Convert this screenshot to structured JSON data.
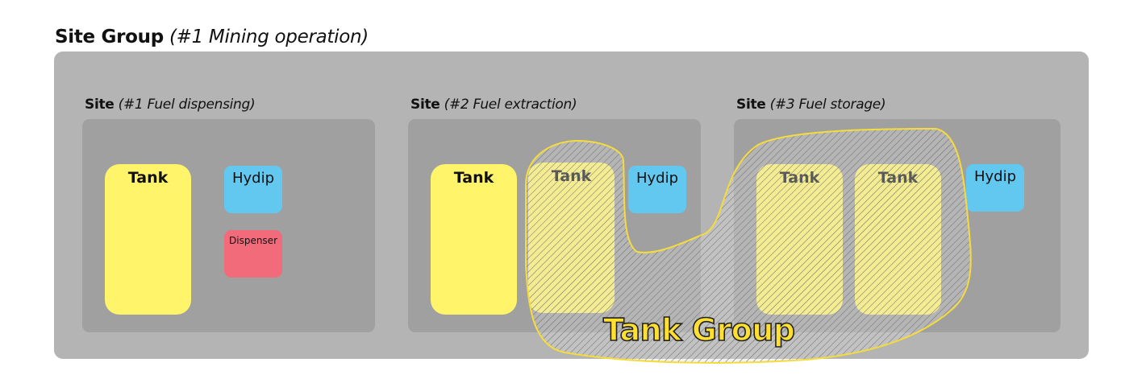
{
  "site_group": {
    "label": "Site Group",
    "description": "(#1 Mining operation)"
  },
  "sites": [
    {
      "label": "Site",
      "description": "(#1 Fuel dispensing)",
      "nodes": [
        {
          "type": "tank",
          "label": "Tank"
        },
        {
          "type": "hydip",
          "label": "Hydip"
        },
        {
          "type": "dispenser",
          "label": "Dispenser"
        }
      ]
    },
    {
      "label": "Site",
      "description": "(#2 Fuel extraction)",
      "nodes": [
        {
          "type": "tank",
          "label": "Tank"
        },
        {
          "type": "tank",
          "label": "Tank",
          "in_group": true
        },
        {
          "type": "hydip",
          "label": "Hydip"
        }
      ]
    },
    {
      "label": "Site",
      "description": "(#3 Fuel storage)",
      "nodes": [
        {
          "type": "tank",
          "label": "Tank",
          "in_group": true
        },
        {
          "type": "tank",
          "label": "Tank",
          "in_group": true
        },
        {
          "type": "hydip",
          "label": "Hydip"
        }
      ]
    }
  ],
  "tank_group": {
    "label": "Tank Group"
  },
  "colors": {
    "site_group_bg": "#b4b4b4",
    "site_bg": "#a0a0a0",
    "tank": "#fff46a",
    "hydip": "#63c8ef",
    "dispenser": "#f16b7b",
    "tank_group_outline": "#f5dc3c",
    "tank_group_label": "#ffe030"
  }
}
